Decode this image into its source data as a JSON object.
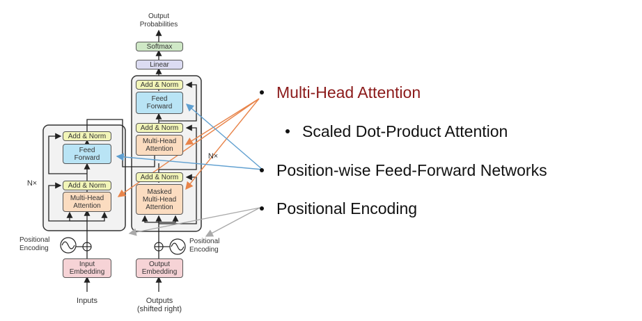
{
  "diagram": {
    "output_probabilities": "Output\nProbabilities",
    "softmax": "Softmax",
    "linear": "Linear",
    "add_norm": "Add & Norm",
    "feed_forward": "Feed\nForward",
    "multi_head_attention": "Multi-Head\nAttention",
    "masked_multi_head_attention": "Masked\nMulti-Head\nAttention",
    "input_embedding": "Input\nEmbedding",
    "output_embedding": "Output\nEmbedding",
    "positional_encoding": "Positional\nEncoding",
    "nx": "N×",
    "inputs": "Inputs",
    "outputs": "Outputs\n(shifted right)"
  },
  "bullets": [
    {
      "text": "Multi-Head Attention",
      "color": "#8b1a1a"
    },
    {
      "text": "Scaled Dot-Product Attention",
      "color": "#111111"
    },
    {
      "text": "Position-wise Feed-Forward Networks",
      "color": "#111111"
    },
    {
      "text": "Positional Encoding",
      "color": "#111111"
    }
  ],
  "colors": {
    "orange_arrow": "#e8844a",
    "blue_arrow": "#5f9fd0",
    "gray_arrow": "#aaaaaa",
    "add_norm_fill": "#f2f5b8",
    "feed_forward_fill": "#b9e4f5",
    "attention_fill": "#fbdcc0",
    "embedding_fill": "#f6d3d6",
    "linear_fill": "#dcdcf2",
    "softmax_fill": "#cfe8c6"
  }
}
